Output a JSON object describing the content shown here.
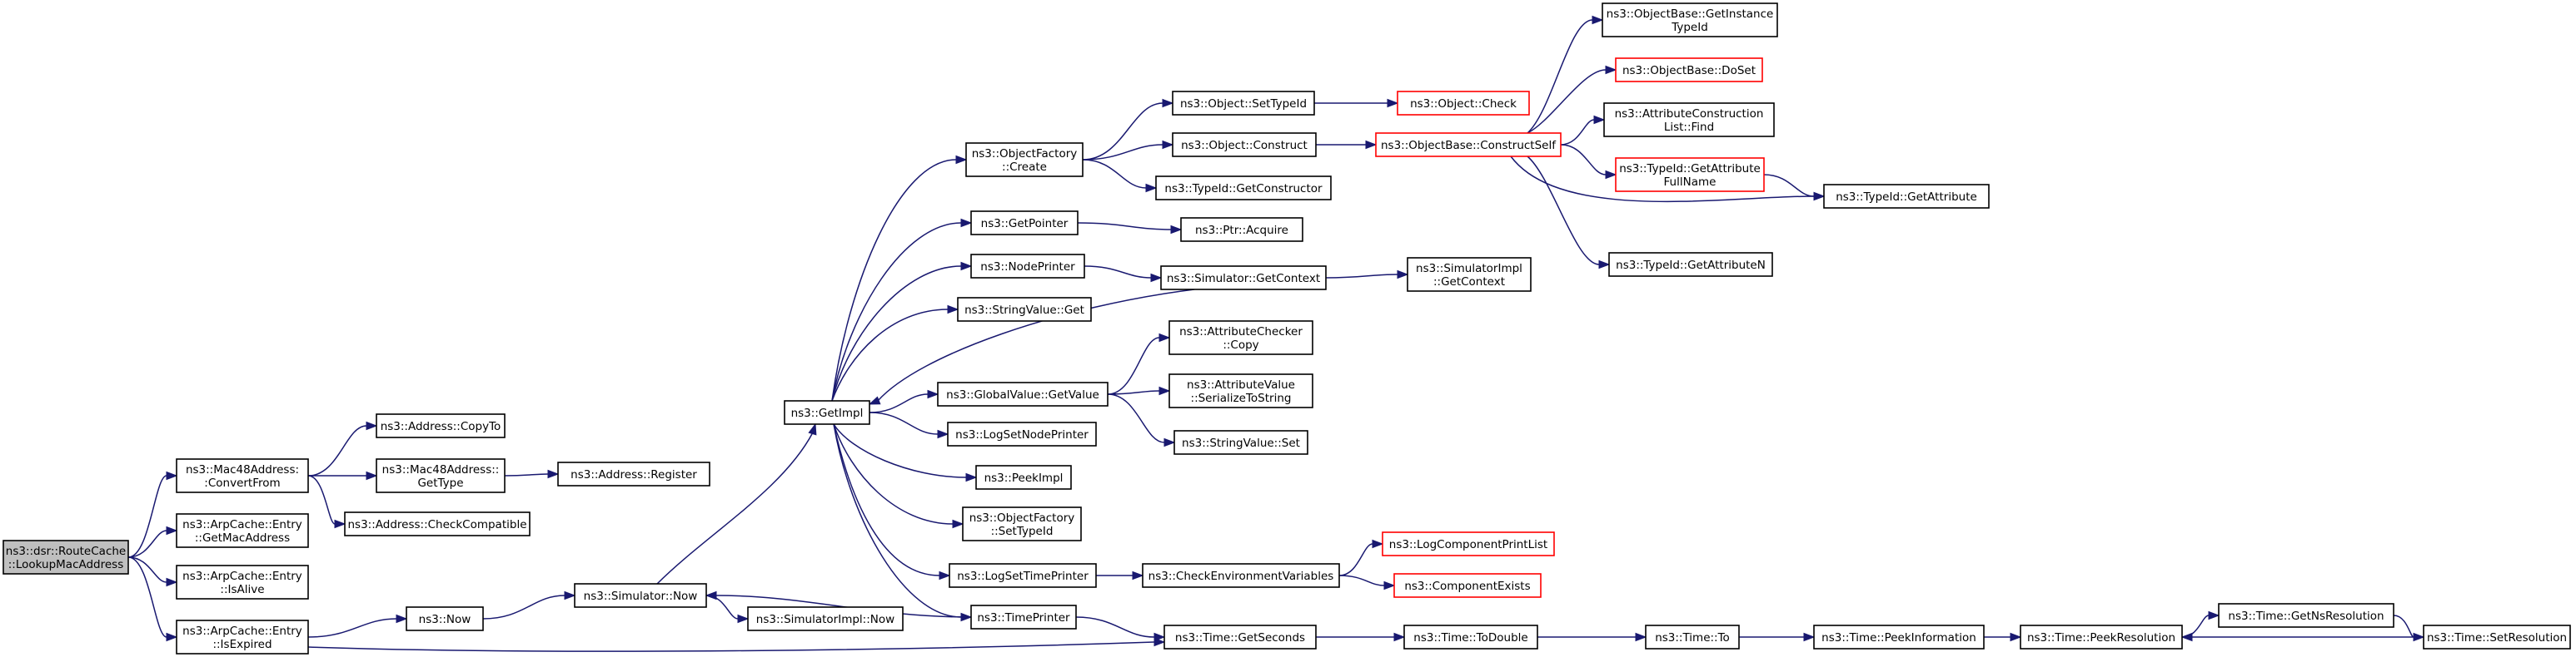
{
  "nodes": {
    "lookup": [
      "ns3::dsr::RouteCache",
      "::LookupMacAddress"
    ],
    "mac48_convertfrom": [
      "ns3::Mac48Address:",
      ":ConvertFrom"
    ],
    "arp_getmac": [
      "ns3::ArpCache::Entry",
      "::GetMacAddress"
    ],
    "arp_isalive": [
      "ns3::ArpCache::Entry",
      "::IsAlive"
    ],
    "arp_isexpired": [
      "ns3::ArpCache::Entry",
      "::IsExpired"
    ],
    "address_copyto": [
      "ns3::Address::CopyTo"
    ],
    "mac48_gettype": [
      "ns3::Mac48Address::",
      "GetType"
    ],
    "address_checkcompat": [
      "ns3::Address::CheckCompatible"
    ],
    "address_register": [
      "ns3::Address::Register"
    ],
    "now": [
      "ns3::Now"
    ],
    "simulator_now": [
      "ns3::Simulator::Now"
    ],
    "simimpl_now": [
      "ns3::SimulatorImpl::Now"
    ],
    "getimpl": [
      "ns3::GetImpl"
    ],
    "objfactory_create": [
      "ns3::ObjectFactory",
      "::Create"
    ],
    "getpointer": [
      "ns3::GetPointer"
    ],
    "nodeprinter": [
      "ns3::NodePrinter"
    ],
    "stringvalue_get": [
      "ns3::StringValue::Get"
    ],
    "globalvalue_getvalue": [
      "ns3::GlobalValue::GetValue"
    ],
    "logsetnodeprinter": [
      "ns3::LogSetNodePrinter"
    ],
    "peekimpl": [
      "ns3::PeekImpl"
    ],
    "objfactory_settypeid": [
      "ns3::ObjectFactory",
      "::SetTypeId"
    ],
    "logsettimeprinter": [
      "ns3::LogSetTimePrinter"
    ],
    "timeprinter": [
      "ns3::TimePrinter"
    ],
    "object_settypeid": [
      "ns3::Object::SetTypeId"
    ],
    "object_construct": [
      "ns3::Object::Construct"
    ],
    "typeid_getconstructor": [
      "ns3::TypeId::GetConstructor"
    ],
    "ptr_acquire": [
      "ns3::Ptr::Acquire"
    ],
    "simulator_getcontext": [
      "ns3::Simulator::GetContext"
    ],
    "attrchecker_copy": [
      "ns3::AttributeChecker",
      "::Copy"
    ],
    "attrvalue_serialize": [
      "ns3::AttributeValue",
      "::SerializeToString"
    ],
    "stringvalue_set": [
      "ns3::StringValue::Set"
    ],
    "checkenvvars": [
      "ns3::CheckEnvironmentVariables"
    ],
    "time_getseconds": [
      "ns3::Time::GetSeconds"
    ],
    "object_check": [
      "ns3::Object::Check"
    ],
    "objbase_constructself": [
      "ns3::ObjectBase::ConstructSelf"
    ],
    "simimpl_getcontext": [
      "ns3::SimulatorImpl",
      "::GetContext"
    ],
    "logcomponentprintlist": [
      "ns3::LogComponentPrintList"
    ],
    "componentexists": [
      "ns3::ComponentExists"
    ],
    "time_todouble": [
      "ns3::Time::ToDouble"
    ],
    "objbase_getinstancetypeid": [
      "ns3::ObjectBase::GetInstance",
      "TypeId"
    ],
    "objbase_doset": [
      "ns3::ObjectBase::DoSet"
    ],
    "attrconstrlist_find": [
      "ns3::AttributeConstruction",
      "List::Find"
    ],
    "typeid_getattributefullname": [
      "ns3::TypeId::GetAttribute",
      "FullName"
    ],
    "typeid_getattributen": [
      "ns3::TypeId::GetAttributeN"
    ],
    "typeid_getattribute": [
      "ns3::TypeId::GetAttribute"
    ],
    "time_to": [
      "ns3::Time::To"
    ],
    "time_peekinformation": [
      "ns3::Time::PeekInformation"
    ],
    "time_peekresolution": [
      "ns3::Time::PeekResolution"
    ],
    "time_getnsresolution": [
      "ns3::Time::GetNsResolution"
    ],
    "time_setresolution": [
      "ns3::Time::SetResolution"
    ]
  },
  "colors": {
    "edge": "#191970",
    "root_fill": "#bfbfbf",
    "border_truncated": "#ff0000",
    "border_normal": "#000000"
  }
}
